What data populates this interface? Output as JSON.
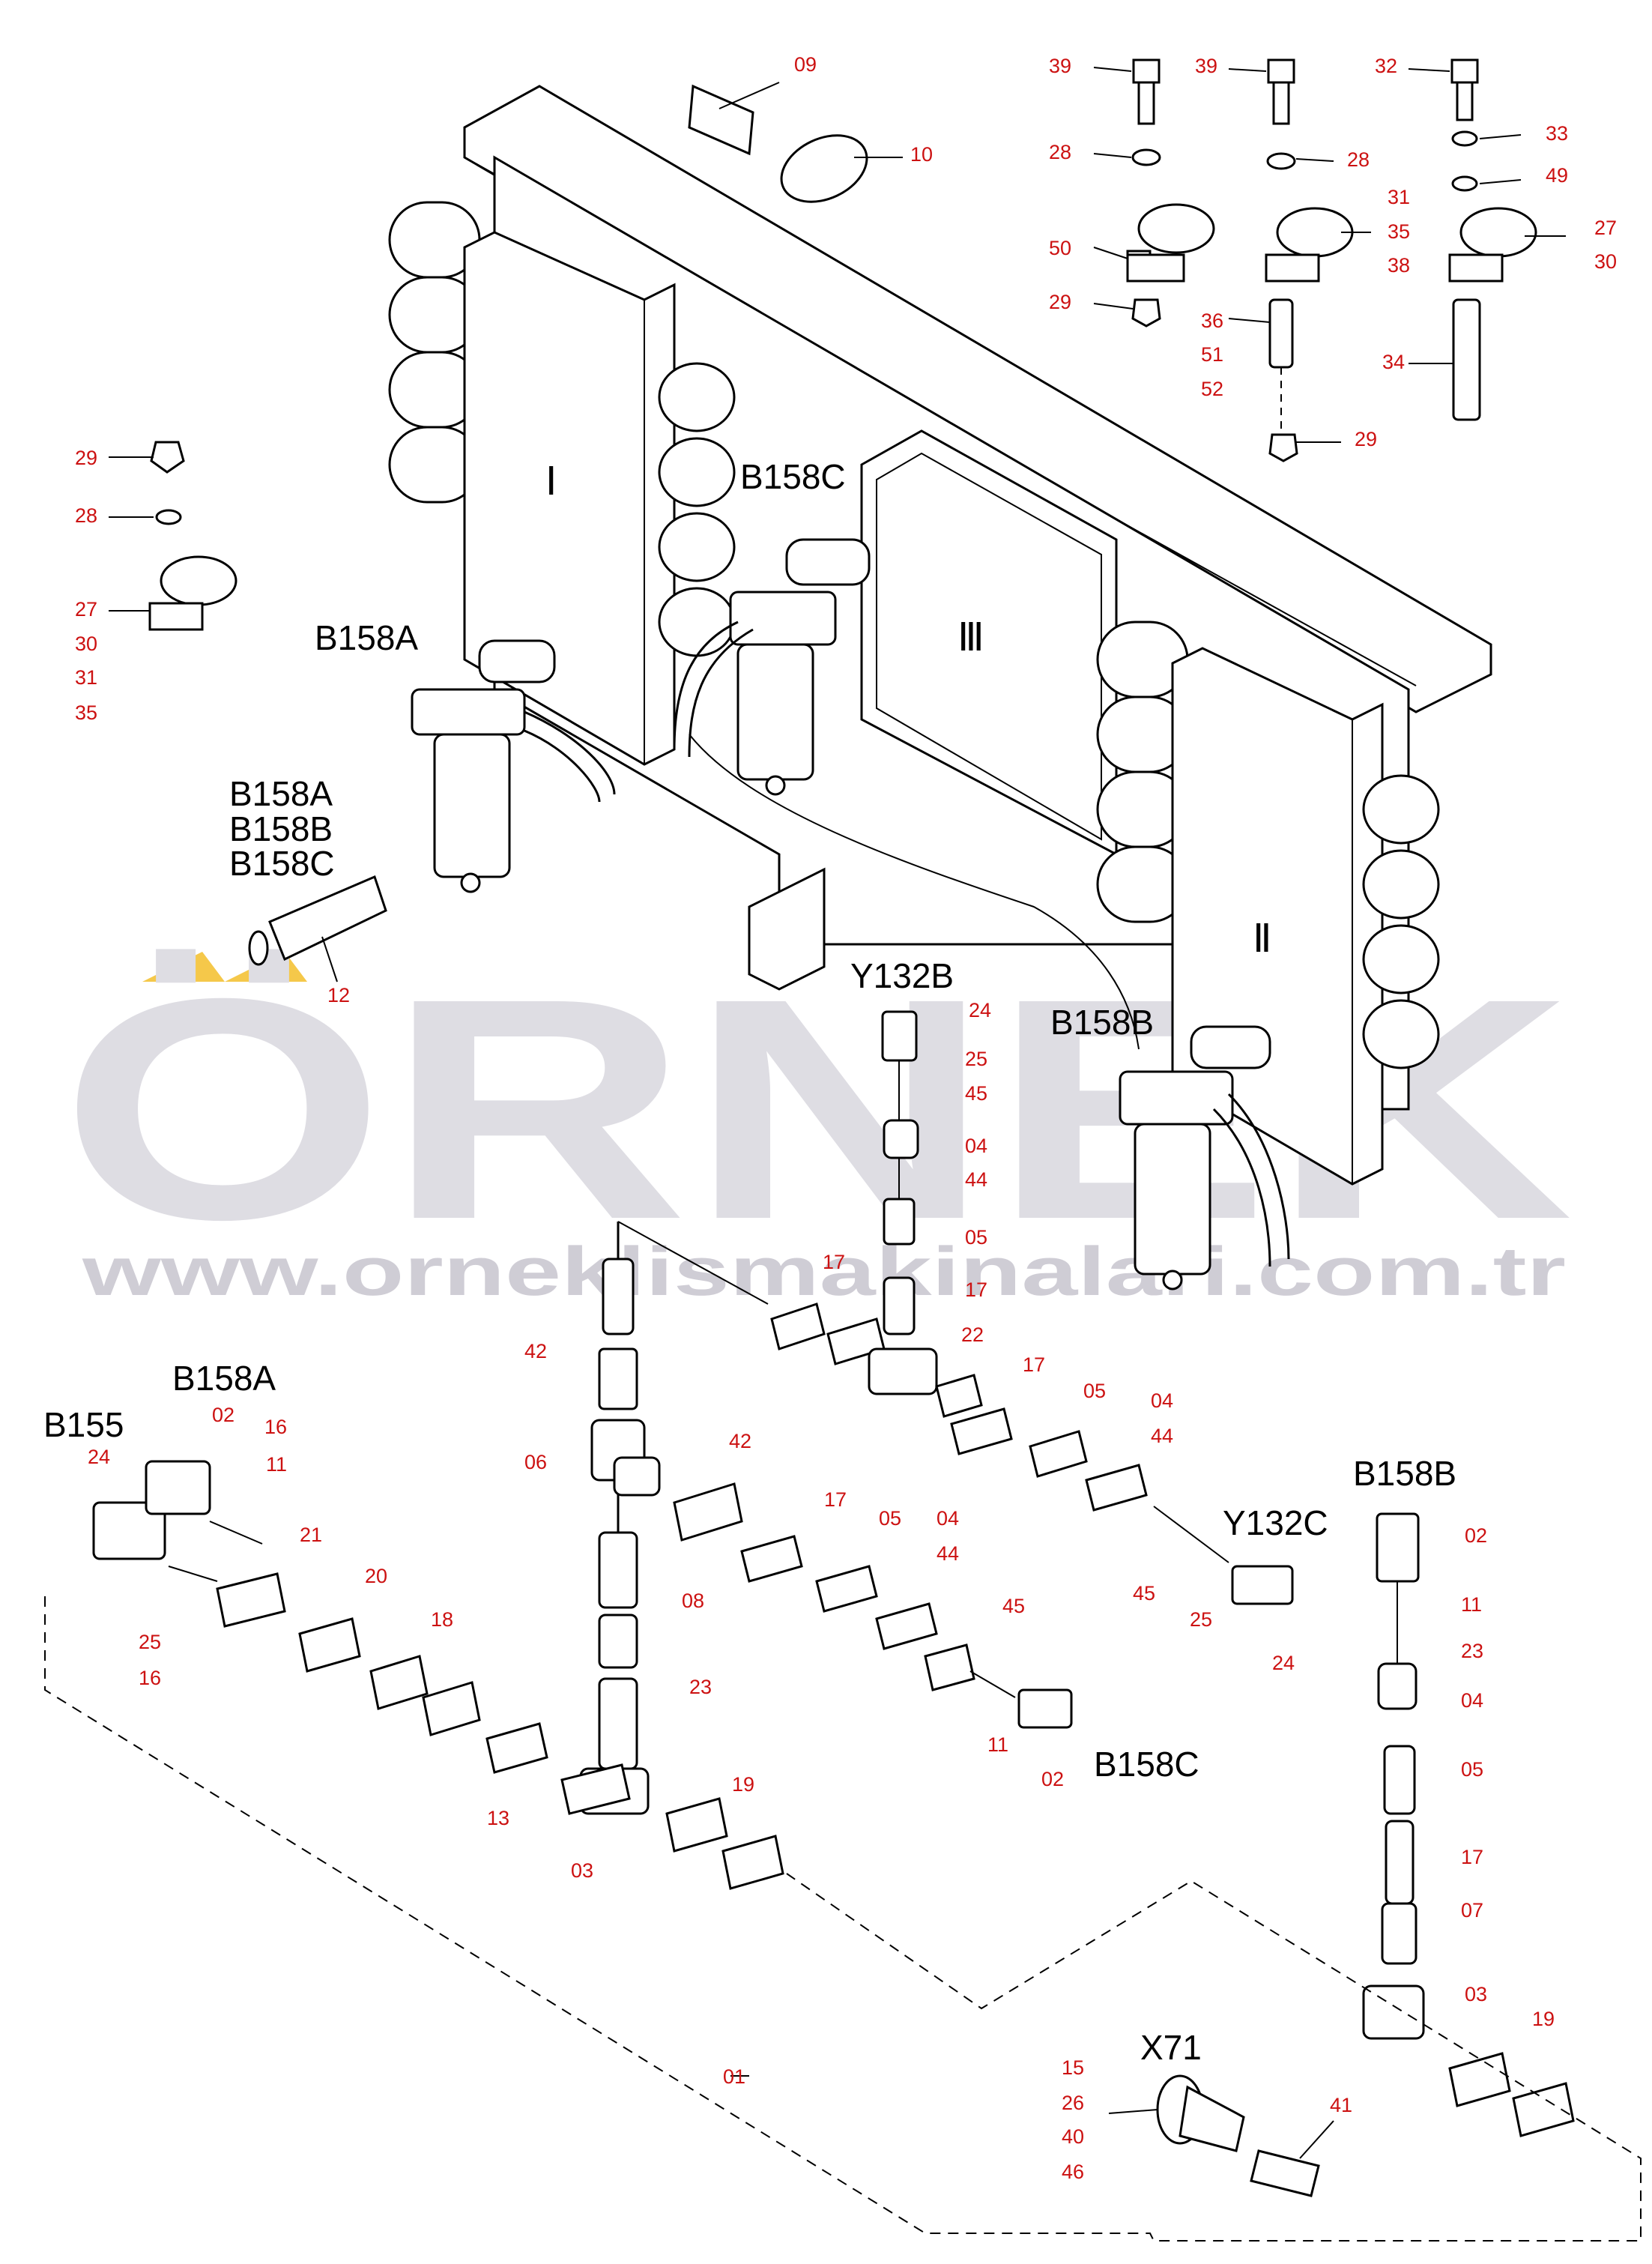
{
  "watermark": {
    "brand": "ÖRNEK",
    "url": "www.orneklismakinalari.com.tr",
    "accent_color": "#f5c84a"
  },
  "colors": {
    "part_number": "#cc1111",
    "line": "#000000"
  },
  "component_labels": {
    "b158a_top": "B158A",
    "b158c_top": "B158C",
    "b158b_top": "B158B",
    "sensor_group": [
      "B158A",
      "B158B",
      "B158C"
    ],
    "y132b": "Y132B",
    "b155": "B155",
    "b158a_low": "B158A",
    "y132c": "Y132C",
    "b158b_low": "B158B",
    "b158c_low": "B158C",
    "x71": "X71"
  },
  "roman_labels": {
    "block_1": "Ⅰ",
    "block_2": "Ⅱ",
    "block_3": "Ⅲ"
  },
  "part_numbers": {
    "p09": "09",
    "p10": "10",
    "c1_39": "39",
    "c1_28": "28",
    "c1_50": "50",
    "c1_29": "29",
    "c2_39": "39",
    "c2_28": "28",
    "c2_31": "31",
    "c2_35": "35",
    "c2_38": "38",
    "c2_36": "36",
    "c2_51": "51",
    "c2_52": "52",
    "c2_29": "29",
    "c3_32": "32",
    "c3_33": "33",
    "c3_49": "49",
    "c3_27": "27",
    "c3_30": "30",
    "c3_34": "34",
    "l_29": "29",
    "l_28": "28",
    "l_27": "27",
    "l_30": "30",
    "l_31": "31",
    "l_35": "35",
    "s_12": "12",
    "y_24": "24",
    "y_25": "25",
    "y_45": "45",
    "y_04": "04",
    "y_44": "44",
    "y_05": "05",
    "h_17a": "17",
    "h_17b": "17",
    "h_22": "22",
    "h_17c": "17",
    "h_05": "05",
    "h_04": "04",
    "h_44": "44",
    "h_42": "42",
    "h_06": "06",
    "h_42b": "42",
    "h_17d": "17",
    "h_05b": "05",
    "h_04b": "04",
    "h_44b": "44",
    "h_08": "08",
    "h_45": "45",
    "h_11": "11",
    "h_02": "02",
    "h_23": "23",
    "yc_45": "45",
    "yc_25": "25",
    "yc_24": "24",
    "b155_24": "24",
    "b158a_02": "02",
    "b158a_16": "16",
    "b158a_11": "11",
    "b158a_21": "21",
    "b155_25": "25",
    "b155_16": "16",
    "p20": "20",
    "p18": "18",
    "p13": "13",
    "p03": "03",
    "p19": "19",
    "b158b_02": "02",
    "b158b_11": "11",
    "b158b_23": "23",
    "b158b_04": "04",
    "b158b_05": "05",
    "b158b_17": "17",
    "b158b_07": "07",
    "b158b_03": "03",
    "b158b_19": "19",
    "x71_15": "15",
    "x71_26": "26",
    "x71_40": "40",
    "x71_46": "46",
    "x71_41": "41",
    "p01": "01"
  }
}
